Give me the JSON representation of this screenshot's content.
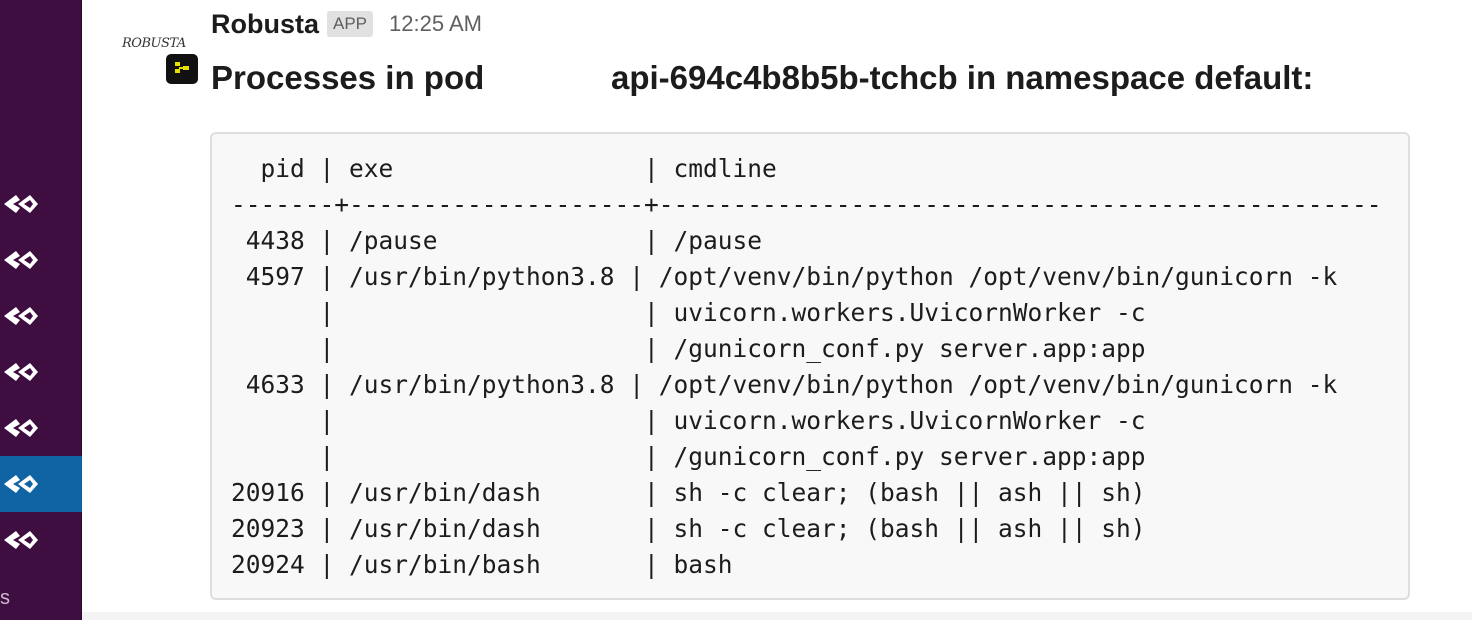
{
  "message": {
    "sender": "Robusta",
    "app_badge": "APP",
    "timestamp": "12:25 AM",
    "avatar_text": "ROBUSTA",
    "title_part1": "Processes in pod",
    "title_part2": "api-694c4b8b5b-tchcb in namespace default:",
    "code_lines": [
      "  pid | exe                 | cmdline",
      "-------+--------------------+-------------------------------------------------",
      " 4438 | /pause              | /pause",
      " 4597 | /usr/bin/python3.8 | /opt/venv/bin/python /opt/venv/bin/gunicorn -k",
      "      |                     | uvicorn.workers.UvicornWorker -c",
      "      |                     | /gunicorn_conf.py server.app:app",
      " 4633 | /usr/bin/python3.8 | /opt/venv/bin/python /opt/venv/bin/gunicorn -k",
      "      |                     | uvicorn.workers.UvicornWorker -c",
      "      |                     | /gunicorn_conf.py server.app:app",
      "20916 | /usr/bin/dash       | sh -c clear; (bash || ash || sh)",
      "20923 | /usr/bin/dash       | sh -c clear; (bash || ash || sh)",
      "20924 | /usr/bin/bash       | bash"
    ]
  },
  "sidebar": {
    "items": [
      {
        "icon": "chevron-left-double-icon",
        "active": false
      },
      {
        "icon": "chevron-left-double-icon",
        "active": false
      },
      {
        "icon": "chevron-left-double-icon",
        "active": false
      },
      {
        "icon": "chevron-left-double-icon",
        "active": false
      },
      {
        "icon": "chevron-left-double-icon",
        "active": false
      },
      {
        "icon": "chevron-left-double-icon",
        "active": true
      },
      {
        "icon": "chevron-left-double-icon",
        "active": false
      }
    ],
    "trailing_text": "s"
  },
  "colors": {
    "sidebar_bg": "#3f0e40",
    "active_item": "#1164a3",
    "code_bg": "#f8f8f8",
    "text": "#1d1c1d",
    "badge_icon": "#e8e000"
  }
}
